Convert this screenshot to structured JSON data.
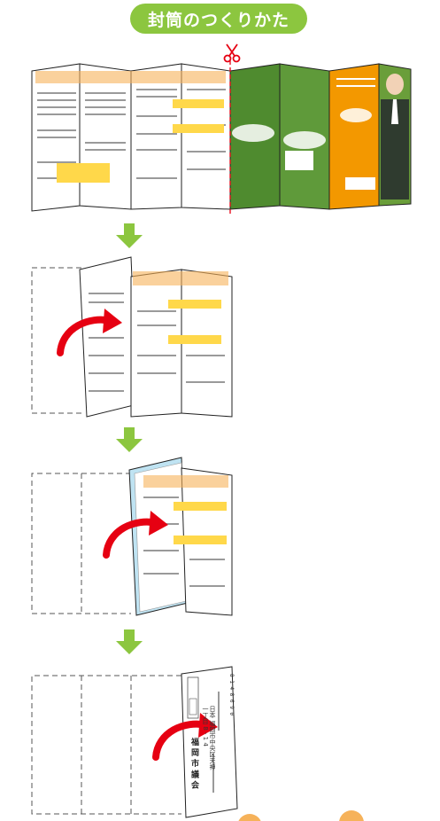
{
  "title": "封筒のつくりかた",
  "colors": {
    "title_bg": "#8cc63f",
    "arrow_down": "#8cc63f",
    "fold_arrow": "#e60012",
    "cut_line": "#e60012",
    "orange": "#f39800",
    "yellow": "#ffd84a",
    "green_photo": "#4f8b2f",
    "green_panel": "#6a9e3a",
    "light_blue": "#bfe3f2"
  },
  "icons": {
    "scissors": "scissors-icon",
    "down_arrow": "down-arrow-icon",
    "fold_arrow": "curved-arrow-icon"
  },
  "envelope": {
    "postal_code": "8 1 4 8 6 9 0",
    "address_lines": [
      "日本 福岡市中央区天神",
      "一丁目 8 - 1 4"
    ],
    "recipient": "福 岡 市 議 会"
  }
}
